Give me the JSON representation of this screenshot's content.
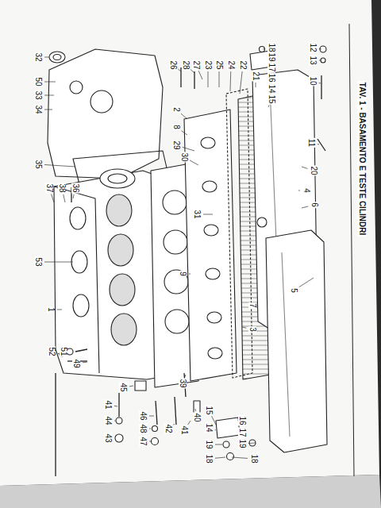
{
  "diagram": {
    "title": "TAV. 1 - BASAMENTO E TESTE CILINDRI",
    "labels": [
      "32",
      "50",
      "33",
      "34",
      "35",
      "37",
      "38",
      "36",
      "53",
      "1",
      "52",
      "51",
      "49",
      "45",
      "41",
      "44",
      "43",
      "46",
      "48",
      "47",
      "42",
      "39",
      "41",
      "40",
      "15",
      "14",
      "19",
      "18",
      "16",
      "17",
      "19",
      "18",
      "3",
      "7",
      "5",
      "9",
      "31",
      "2",
      "8",
      "29",
      "30",
      "26",
      "28",
      "27",
      "23",
      "25",
      "24",
      "22",
      "21",
      "18",
      "19",
      "17",
      "16",
      "14",
      "15",
      "12",
      "13",
      "10",
      "11",
      "20",
      "4",
      "6"
    ]
  }
}
